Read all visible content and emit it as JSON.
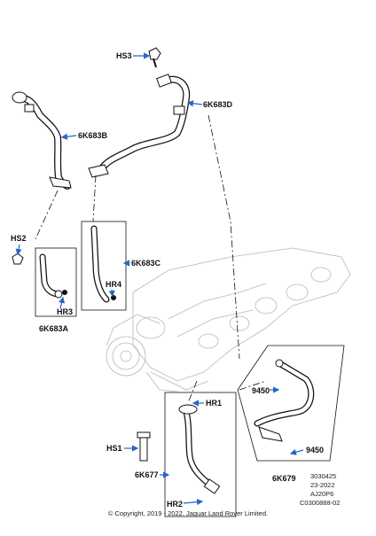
{
  "labels": {
    "hs3": "HS3",
    "k6683d": "6K683D",
    "k6683b": "6K683B",
    "hs2": "HS2",
    "k6683c": "6K683C",
    "hr4": "HR4",
    "hr3": "HR3",
    "k6683a": "6K683A",
    "k9450_top": "9450",
    "hr1": "HR1",
    "hs1": "HS1",
    "k9450_bottom": "9450",
    "k6677": "6K677",
    "hr2": "HR2",
    "k6679": "6K679"
  },
  "info": {
    "line1": "3030425",
    "line2": "23-2022",
    "line3": "AJ20P6",
    "line4": "C0300888-02"
  },
  "copyright": "© Copyright, 2019 - 2022. Jaguar Land Rover Limited.",
  "colors": {
    "label_blue": "#2a64c8",
    "line": "#111111",
    "ghost": "#b8b8b8"
  }
}
